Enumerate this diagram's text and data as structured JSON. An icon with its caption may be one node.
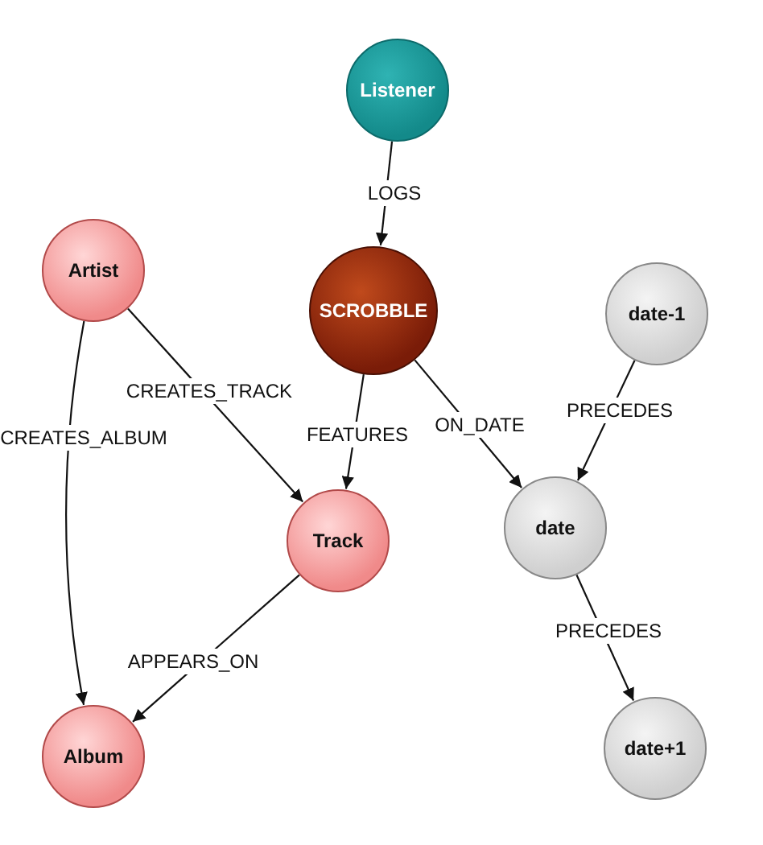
{
  "diagram": {
    "nodes": [
      {
        "text": [
          "Listener"
        ]
      },
      {
        "text": [
          "Artist"
        ]
      },
      {
        "text": [
          "SCROBBLE"
        ]
      },
      {
        "text": [
          "date-1"
        ]
      },
      {
        "text": [
          "Track"
        ]
      },
      {
        "text": [
          "date"
        ]
      },
      {
        "text": [
          "Album"
        ]
      },
      {
        "text": [
          "date+1"
        ]
      }
    ],
    "edges": [
      {
        "from": 0,
        "to": 2,
        "arrow": "to",
        "label": "LOGS"
      },
      {
        "from": 1,
        "to": 4,
        "arrow": "to",
        "label": "CREATES_TRACK"
      },
      {
        "from": 1,
        "to": 6,
        "arrow": "to",
        "label": "CREATES_ALBUM"
      },
      {
        "from": 2,
        "to": 4,
        "arrow": "to",
        "label": "FEATURES"
      },
      {
        "from": 2,
        "to": 5,
        "arrow": "to",
        "label": "ON_DATE"
      },
      {
        "from": 3,
        "to": 5,
        "arrow": "to",
        "label": "PRECEDES"
      },
      {
        "from": 4,
        "to": 6,
        "arrow": "to",
        "label": "APPEARS_ON"
      },
      {
        "from": 5,
        "to": 7,
        "arrow": "to",
        "label": "PRECEDES"
      }
    ]
  }
}
